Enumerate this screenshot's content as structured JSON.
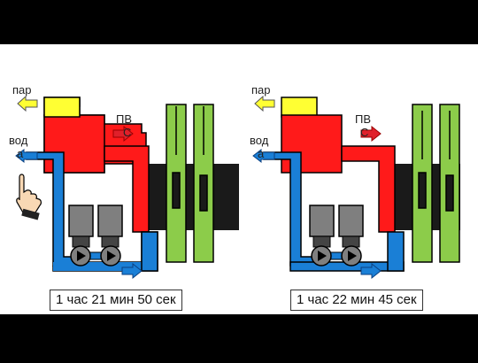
{
  "panels": [
    {
      "steam_label": "пар",
      "pv_label_line1": "ПВ",
      "pv_label_line2": "С",
      "water_label_line1": "вод",
      "water_label_line2": "а",
      "timer": "1 час 21 мин 50 сек"
    },
    {
      "steam_label": "пар",
      "pv_label_line1": "ПВ",
      "pv_label_line2": "С",
      "water_label_line1": "вод",
      "water_label_line2": "а",
      "timer": "1 час 22 мин 45 сек"
    }
  ],
  "colors": {
    "background": "#ffffff",
    "frame": "#000000",
    "steam": "#ffff33",
    "drum": "#ff1a1a",
    "water": "#1a7fd6",
    "pv_arrow": "#e0202a",
    "fuel_rods": "#8ccc4a",
    "pump": "#7f7f7f",
    "core": "#1a1a1a"
  },
  "icons": [
    "pointing-hand-icon",
    "steam-arrow-icon",
    "pv-arrow-icon",
    "water-arrow-icon",
    "outflow-arrow-icon",
    "pump-icon"
  ]
}
